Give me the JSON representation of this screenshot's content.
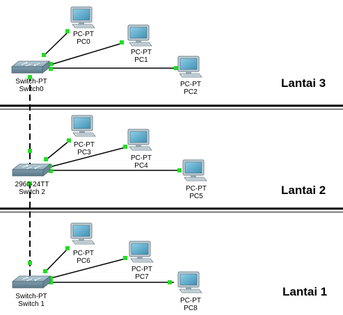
{
  "floors": [
    {
      "label": "Lantai 3"
    },
    {
      "label": "Lantai 2"
    },
    {
      "label": "Lantai 1"
    }
  ],
  "switches": [
    {
      "id": "sw0",
      "model": "Switch-PT",
      "name": "Switch0"
    },
    {
      "id": "sw2",
      "model": "2960-24TT",
      "name": "Switch 2"
    },
    {
      "id": "sw1",
      "model": "Switch-PT",
      "name": "Switch 1"
    }
  ],
  "pcs": [
    {
      "id": "pc0",
      "model": "PC-PT",
      "name": "PC0",
      "switch": "sw0"
    },
    {
      "id": "pc1",
      "model": "PC-PT",
      "name": "PC1",
      "switch": "sw0"
    },
    {
      "id": "pc2",
      "model": "PC-PT",
      "name": "PC2",
      "switch": "sw0"
    },
    {
      "id": "pc3",
      "model": "PC-PT",
      "name": "PC3",
      "switch": "sw2"
    },
    {
      "id": "pc4",
      "model": "PC-PT",
      "name": "PC4",
      "switch": "sw2"
    },
    {
      "id": "pc5",
      "model": "PC-PT",
      "name": "PC5",
      "switch": "sw2"
    },
    {
      "id": "pc6",
      "model": "PC-PT",
      "name": "PC6",
      "switch": "sw1"
    },
    {
      "id": "pc7",
      "model": "PC-PT",
      "name": "PC7",
      "switch": "sw1"
    },
    {
      "id": "pc8",
      "model": "PC-PT",
      "name": "PC8",
      "switch": "sw1"
    }
  ],
  "colors": {
    "link": "#000000",
    "port_up": "#22dd22",
    "monitor_frame": "#9fb2bd",
    "monitor_screen": "#5aa9c8",
    "switch_body": "#7a9aaa"
  }
}
